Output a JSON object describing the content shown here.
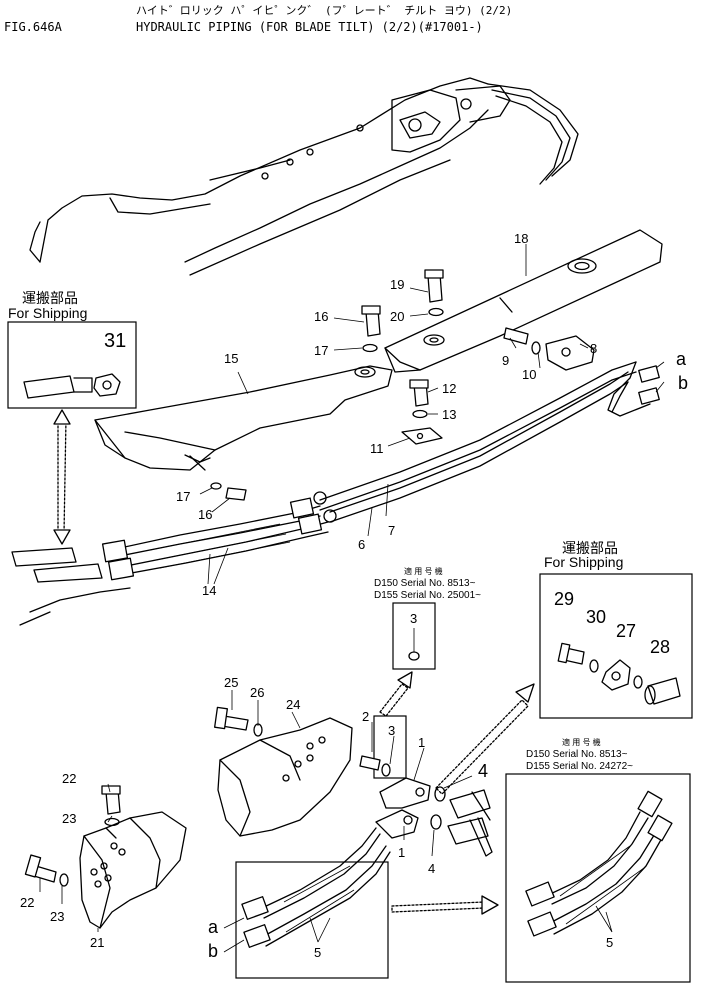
{
  "header": {
    "fig": "FIG.646A",
    "title_jp": "ハイト゛ロリック ハ゜イヒ゜ンク゛ (フ゜レート゛ チルト ヨウ) (2/2)",
    "title_en": "HYDRAULIC PIPING (FOR BLADE TILT) (2/2)(#17001-)"
  },
  "shipping_left": {
    "jp": "運搬部品",
    "en": "For  Shipping",
    "part": "31"
  },
  "shipping_right": {
    "jp": "運搬部品",
    "en": "For  Shipping",
    "parts": [
      "29",
      "30",
      "27",
      "28"
    ]
  },
  "serial_note_1": {
    "jp": "適 用 号 機",
    "line1": "D150  Serial No. 8513~",
    "line2": "D155  Serial No. 25001~",
    "part": "3"
  },
  "serial_note_2": {
    "jp": "適 用 号 機",
    "line1": "D150  Serial No. 8513~",
    "line2": "D155  Serial No. 24272~",
    "part": "5"
  },
  "callouts": {
    "p18": "18",
    "p19": "19",
    "p20": "20",
    "p16a": "16",
    "p17a": "17",
    "p15": "15",
    "p9": "9",
    "p10": "10",
    "p8": "8",
    "pa": "a",
    "pb": "b",
    "p12": "12",
    "p13": "13",
    "p11": "11",
    "p17b": "17",
    "p16b": "16",
    "p7": "7",
    "p6": "6",
    "p14": "14",
    "p25": "25",
    "p26": "26",
    "p24": "24",
    "p2": "2",
    "p3": "3",
    "p1a": "1",
    "p4a": "4",
    "p1b": "1",
    "p4b": "4",
    "p22a": "22",
    "p23a": "23",
    "p22b": "22",
    "p23b": "23",
    "p21": "21",
    "p5": "5",
    "pa2": "a",
    "pb2": "b"
  }
}
